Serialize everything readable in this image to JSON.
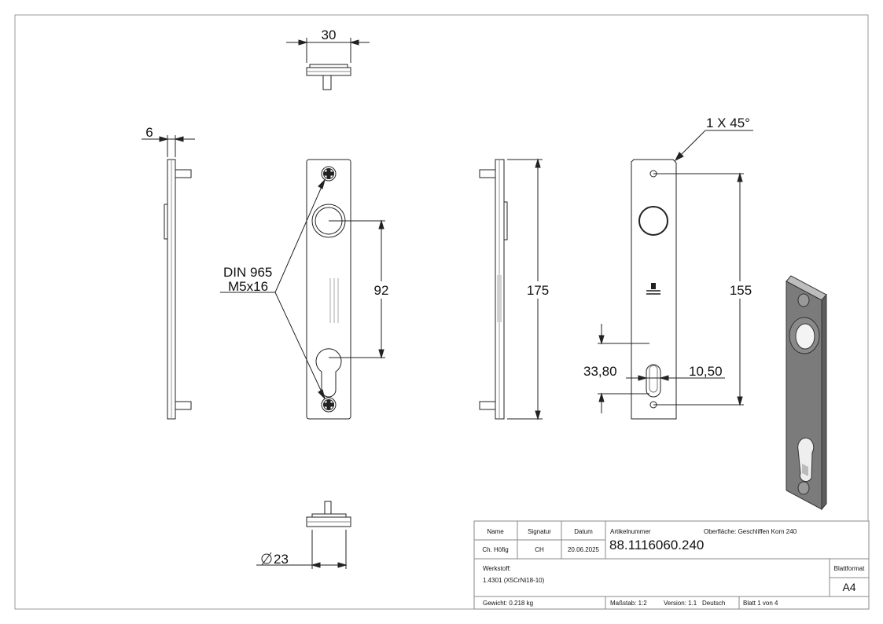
{
  "dimensions": {
    "top_width": "30",
    "side_thickness": "6",
    "chamfer": "1 X 45°",
    "screw_spec_line1": "DIN 965",
    "screw_spec_line2": "M5x16",
    "hole_spacing_inner": "92",
    "overall_length": "175",
    "hole_spacing_outer": "155",
    "cylinder_offset": "33,80",
    "cylinder_width": "10,50",
    "rosette_diameter": "23"
  },
  "title_block": {
    "headers": {
      "name": "Name",
      "signature": "Signatur",
      "date": "Datum"
    },
    "values": {
      "name": "Ch. Höfig",
      "signature": "CH",
      "date": "20.06.2025"
    },
    "article_label": "Artikelnummer",
    "article_number": "88.1116060.240",
    "surface": "Oberfläche:  Geschliffen Korn 240",
    "material_label": "Werkstoff:",
    "material": "1.4301 (X5CrNi18-10)",
    "sheet_format_label": "Blattformat",
    "sheet_format": "A4",
    "weight": "Gewicht: 0.218 kg",
    "scale": "Maßstab: 1:2",
    "version": "Version: 1.1",
    "language": "Deutsch",
    "sheet": "Blatt 1 von 4"
  }
}
